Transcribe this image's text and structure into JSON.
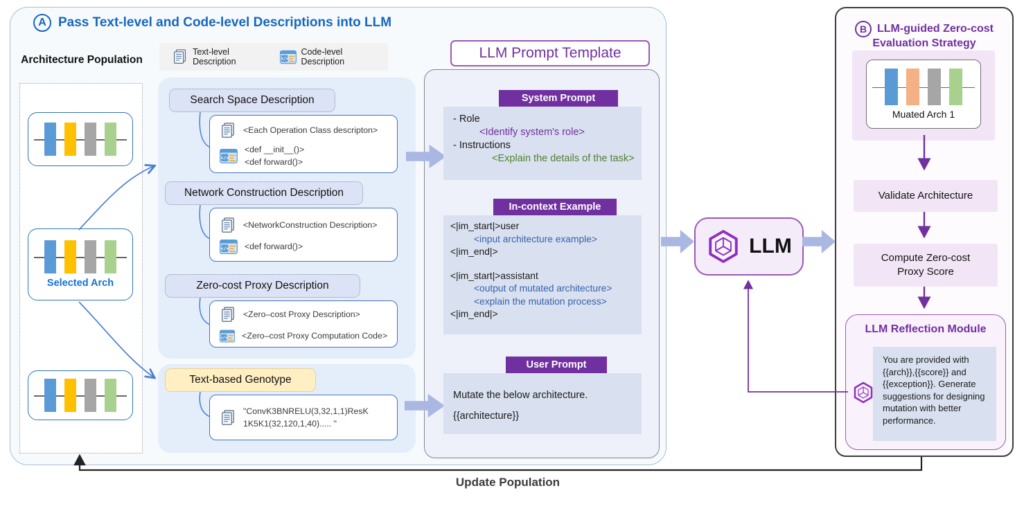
{
  "panel_a": {
    "badge": "A",
    "title": "Pass Text-level and Code-level Descriptions into LLM",
    "population_title": "Architecture Population",
    "selected_arch_label": "Selected Arch",
    "legend": {
      "text_label": "Text-level Description",
      "code_label": "Code-level Description"
    },
    "groups": [
      {
        "pill": "Search Space Description",
        "doc_lines": [
          "<Each Operation Class descripton>"
        ],
        "code_lines": [
          "<def __init__()>",
          "<def forward()>"
        ]
      },
      {
        "pill": "Network Construction Description",
        "doc_lines": [
          "<NetworkConstruction Description>"
        ],
        "code_lines": [
          "<def forward()>"
        ]
      },
      {
        "pill": "Zero-cost Proxy Description",
        "doc_lines": [
          "<Zero–cost Proxy Description>"
        ],
        "code_lines": [
          "<Zero–cost Proxy Computation Code>"
        ]
      },
      {
        "pill": "Text-based Genotype",
        "doc_lines": [
          "\"ConvK3BNRELU(3,32,1,1)ResK",
          "1K5K1(32,120,1,40)..... \""
        ]
      }
    ]
  },
  "prompt": {
    "title": "LLM Prompt Template",
    "system": {
      "header": "System Prompt",
      "lines": [
        "- Role",
        "<Identify system's role>",
        "- Instructions",
        "<Explain the details of the task>"
      ]
    },
    "incontext": {
      "header": "In-context Example",
      "lines": [
        "<|im_start|>user",
        "<input architecture example>",
        "<|im_end|>",
        "<|im_start|>assistant",
        "<output of mutated architecture>",
        "<explain the mutation process>",
        "<|im_end|>"
      ]
    },
    "user": {
      "header": "User Prompt",
      "lines": [
        "Mutate the below architecture.",
        "{{architecture}}"
      ]
    }
  },
  "llm_label": "LLM",
  "panel_b": {
    "badge": "B",
    "title_line1": "LLM-guided Zero-cost",
    "title_line2": "Evaluation Strategy",
    "arch_label": "Muated Arch 1",
    "step1": "Validate Architecture",
    "step2_line1": "Compute Zero-cost",
    "step2_line2": "Proxy Score",
    "reflection_title": "LLM Reflection Module",
    "reflection_body": "You are provided with {{arch}},{{score}} and {{exception}}. Generate suggestions for designing mutation with better performance."
  },
  "footer_label": "Update Population",
  "colors": {
    "accent_blue": "#1767c0",
    "purple": "#7030a0",
    "block_arrow": "#a9b7e2",
    "bar_blue": "#5b9bd5",
    "bar_yellow": "#ffc000",
    "bar_gray": "#a6a6a6",
    "bar_green": "#a9d18e",
    "bar_salmon": "#f4b183"
  }
}
